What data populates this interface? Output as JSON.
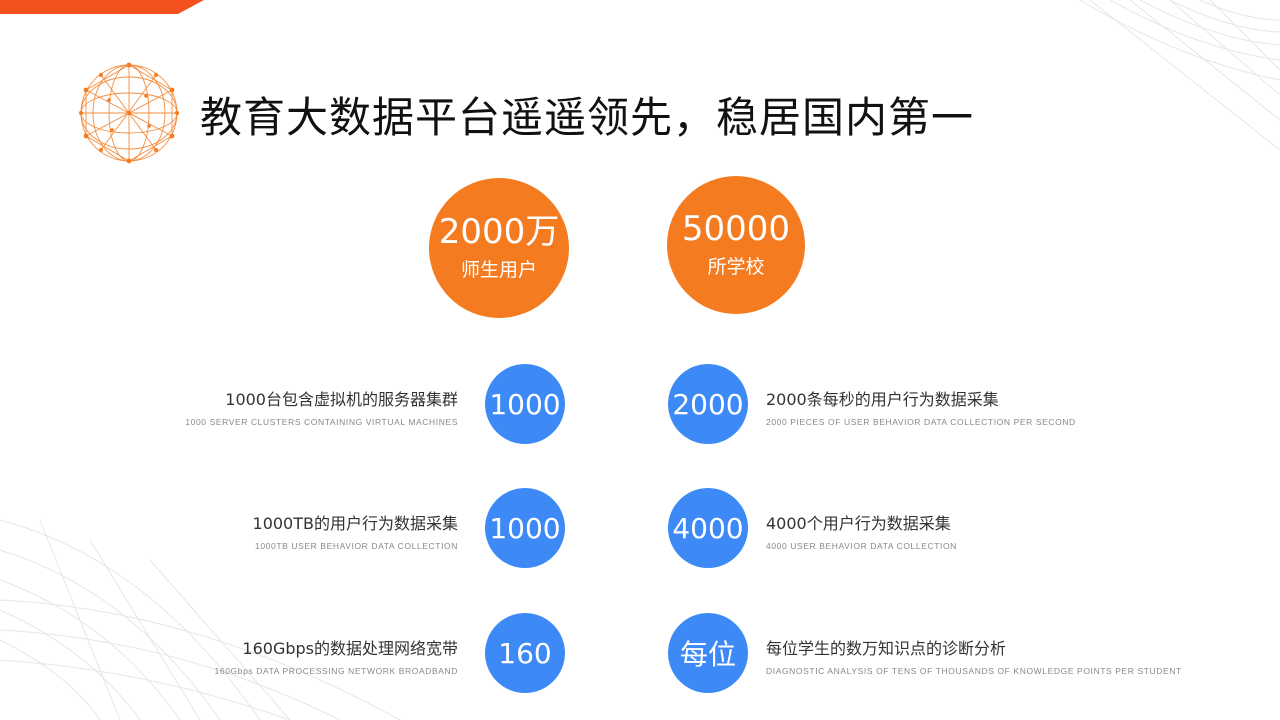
{
  "title": "教育大数据平台遥遥领先，稳居国内第一",
  "colors": {
    "accent_orange": "#f47b20",
    "stat_blue": "#3d8af7",
    "top_bar": "#f4511e"
  },
  "highlights": [
    {
      "value": "2000万",
      "label": "师生用户"
    },
    {
      "value": "50000",
      "label": "所学校"
    }
  ],
  "stats_left": [
    {
      "value": "1000",
      "zh": "1000台包含虚拟机的服务器集群",
      "en": "1000 SERVER CLUSTERS CONTAINING VIRTUAL MACHINES"
    },
    {
      "value": "1000",
      "zh": "1000TB的用户行为数据采集",
      "en": "1000TB USER BEHAVIOR DATA COLLECTION"
    },
    {
      "value": "160",
      "zh": "160Gbps的数据处理网络宽带",
      "en": "160Gbps DATA PROCESSING NETWORK BROADBAND"
    }
  ],
  "stats_right": [
    {
      "value": "2000",
      "zh": "2000条每秒的用户行为数据采集",
      "en": "2000 PIECES OF USER BEHAVIOR DATA COLLECTION PER SECOND"
    },
    {
      "value": "4000",
      "zh": "4000个用户行为数据采集",
      "en": "4000 USER BEHAVIOR DATA COLLECTION"
    },
    {
      "value": "每位",
      "zh": "每位学生的数万知识点的诊断分析",
      "en": "DIAGNOSTIC ANALYSIS OF TENS OF THOUSANDS OF KNOWLEDGE POINTS PER STUDENT"
    }
  ]
}
